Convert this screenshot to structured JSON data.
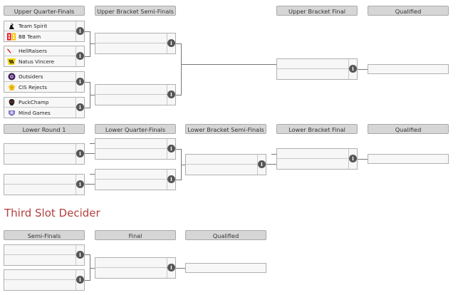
{
  "upper_headers": [
    "Upper Quarter-Finals",
    "Upper Bracket Semi-Finals",
    "Upper Bracket Final",
    "Qualified"
  ],
  "lower_headers": [
    "Lower Round 1",
    "Lower Quarter-Finals",
    "Lower Bracket Semi-Finals",
    "Lower Bracket Final",
    "Qualified"
  ],
  "third_slot": {
    "title": "Third Slot Decider",
    "headers": [
      "Semi-Finals",
      "Final",
      "Qualified"
    ]
  },
  "upper_quarter_finals": [
    {
      "team1": {
        "name": "Team Spirit",
        "icon": "team-spirit-logo"
      },
      "team2": {
        "name": "BB Team",
        "icon": "bb-team-logo"
      }
    },
    {
      "team1": {
        "name": "HellRaisers",
        "icon": "hellraisers-logo"
      },
      "team2": {
        "name": "Natus Vincere",
        "icon": "navi-logo"
      }
    },
    {
      "team1": {
        "name": "Outsiders",
        "icon": "outsiders-logo"
      },
      "team2": {
        "name": "CIS Rejects",
        "icon": "cis-rejects-logo"
      }
    },
    {
      "team1": {
        "name": "PuckChamp",
        "icon": "puckchamp-logo"
      },
      "team2": {
        "name": "Mind Games",
        "icon": "mind-games-logo"
      }
    }
  ],
  "info_glyph": "i",
  "colors": {
    "header_bg": "#d6d6d6",
    "match_bg": "#f7f7f7",
    "title": "#b0413e",
    "connector": "#777777"
  }
}
